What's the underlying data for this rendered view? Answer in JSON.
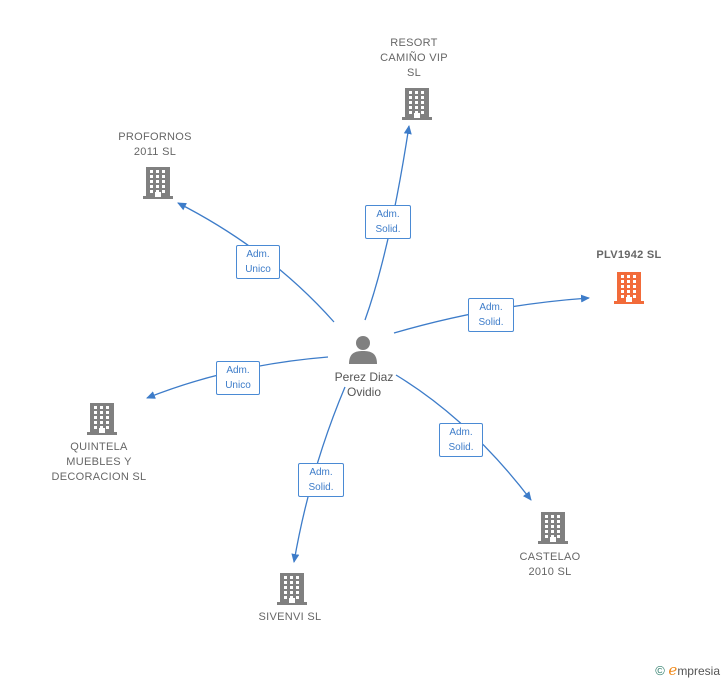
{
  "center": {
    "name": "Perez Diaz\nOvidio",
    "icon": "person-icon"
  },
  "nodes": [
    {
      "id": "resort",
      "label": "RESORT\nCAMIÑO VIP\nSL",
      "color": "#808080",
      "highlight": false,
      "icon": "building-icon"
    },
    {
      "id": "profornos",
      "label": "PROFORNOS\n2011 SL",
      "color": "#808080",
      "highlight": false,
      "icon": "building-icon"
    },
    {
      "id": "plv",
      "label": "PLV1942  SL",
      "color": "#f26b3a",
      "highlight": true,
      "icon": "building-icon"
    },
    {
      "id": "quintela",
      "label": "QUINTELA\nMUEBLES Y\nDECORACION SL",
      "color": "#808080",
      "highlight": false,
      "icon": "building-icon"
    },
    {
      "id": "castelao",
      "label": "CASTELAO\n2010 SL",
      "color": "#808080",
      "highlight": false,
      "icon": "building-icon"
    },
    {
      "id": "sivenvi",
      "label": "SIVENVI SL",
      "color": "#808080",
      "highlight": false,
      "icon": "building-icon"
    }
  ],
  "edges": [
    {
      "to": "resort",
      "label": "Adm.\nSolid."
    },
    {
      "to": "profornos",
      "label": "Adm.\nUnico"
    },
    {
      "to": "plv",
      "label": "Adm.\nSolid."
    },
    {
      "to": "quintela",
      "label": "Adm.\nUnico"
    },
    {
      "to": "castelao",
      "label": "Adm.\nSolid."
    },
    {
      "to": "sivenvi",
      "label": "Adm.\nSolid."
    }
  ],
  "colors": {
    "edge": "#3d7cc9",
    "building": "#808080",
    "highlight": "#f26b3a",
    "person": "#808080"
  },
  "watermark": {
    "symbol": "©",
    "brand_initial": "e",
    "brand_rest": "mpresia"
  }
}
